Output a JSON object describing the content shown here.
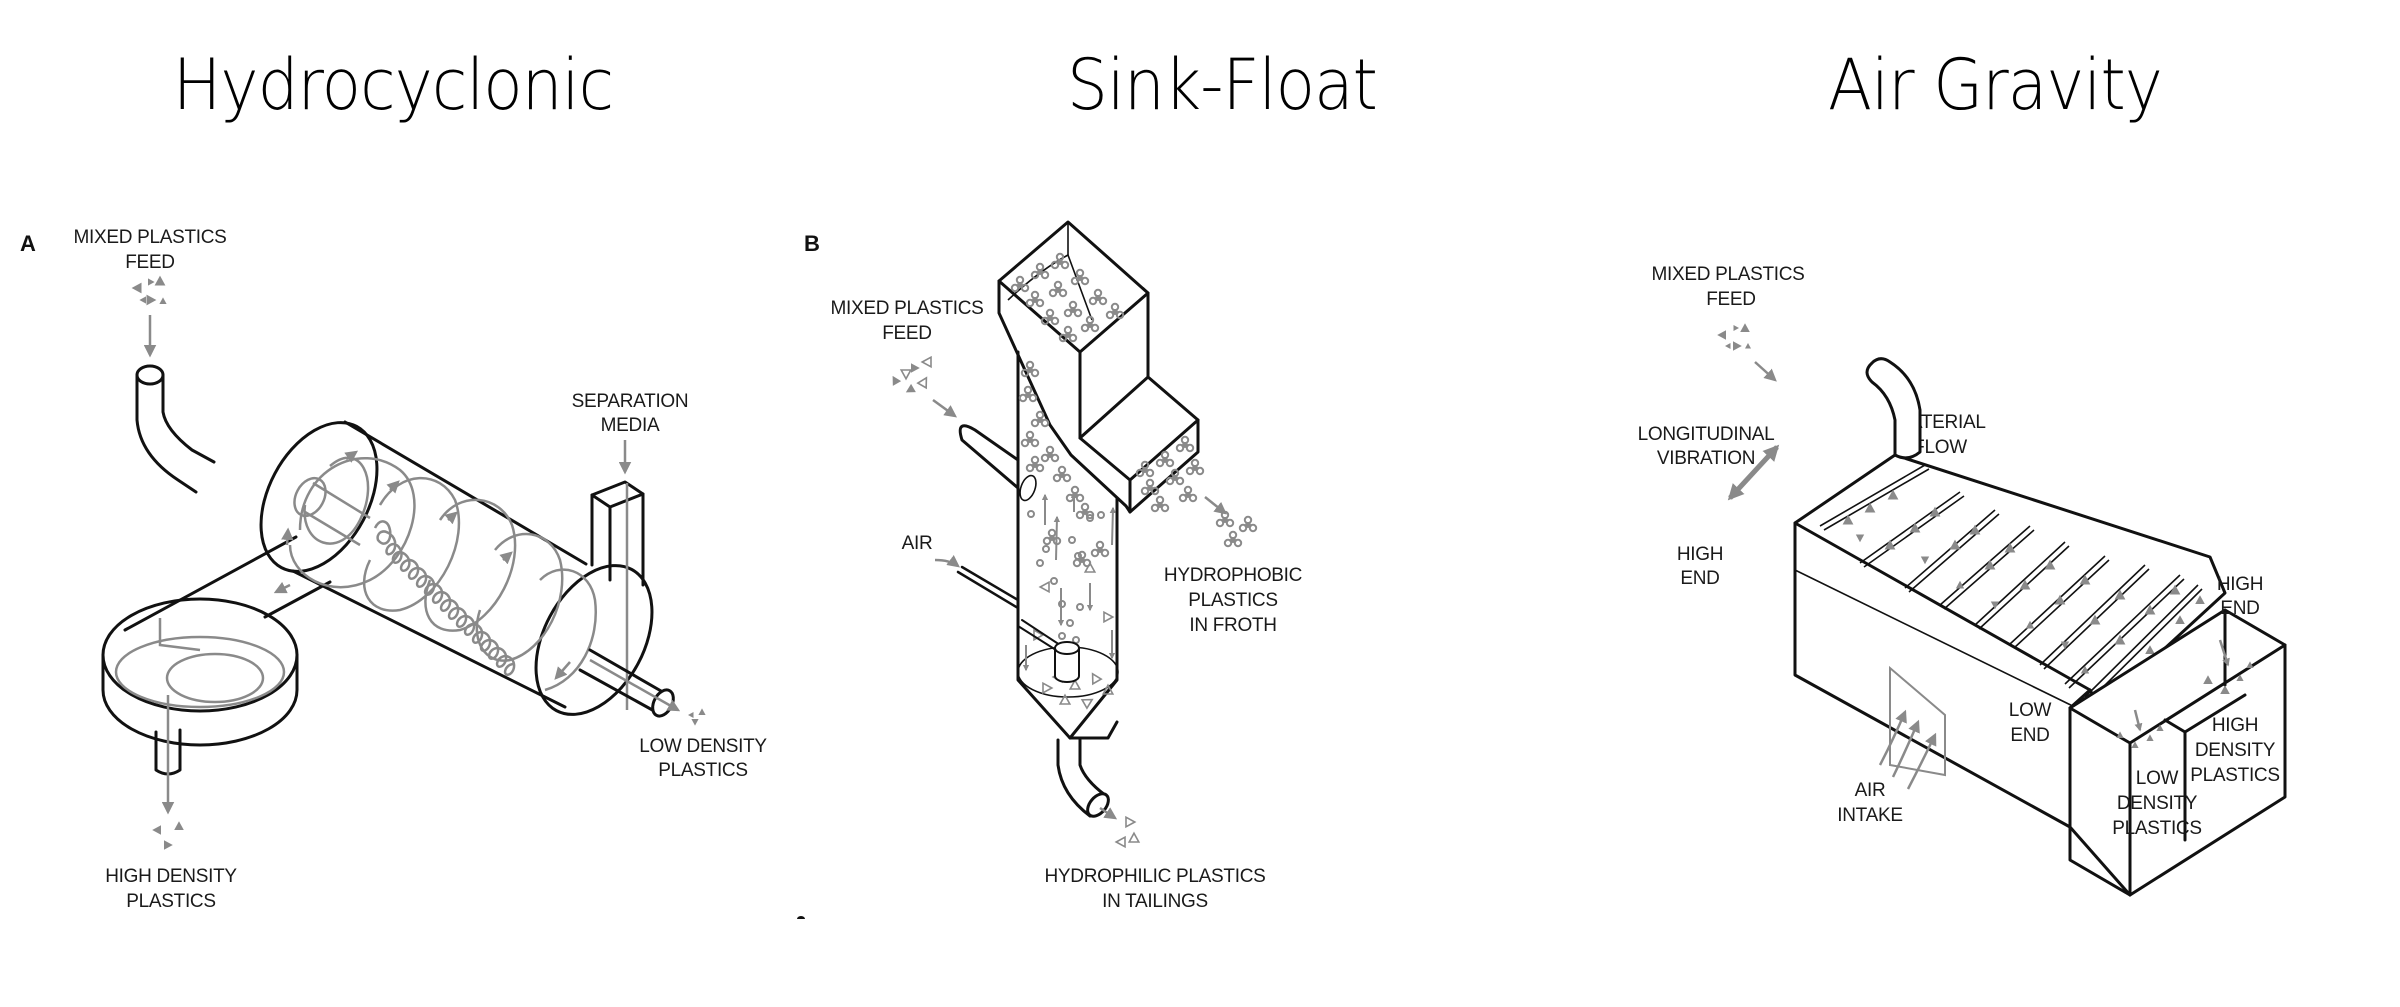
{
  "panels": [
    {
      "id": "A",
      "title": "Hydrocyclonic",
      "letter": "A",
      "labels": {
        "feed": [
          "MIXED PLASTICS",
          "FEED"
        ],
        "separation_media": [
          "SEPARATION",
          "MEDIA"
        ],
        "low_density": [
          "LOW DENSITY",
          "PLASTICS"
        ],
        "high_density": [
          "HIGH DENSITY",
          "PLASTICS"
        ]
      }
    },
    {
      "id": "B",
      "title": "Sink-Float",
      "letter": "B",
      "labels": {
        "feed": [
          "MIXED PLASTICS",
          "FEED"
        ],
        "air": [
          "AIR"
        ],
        "hydrophobic": [
          "HYDROPHOBIC",
          "PLASTICS",
          "IN FROTH"
        ],
        "hydrophilic": [
          "HYDROPHILIC PLASTICS",
          "IN TAILINGS"
        ]
      }
    },
    {
      "id": "C",
      "title": "Air Gravity",
      "letter": "",
      "labels": {
        "feed": [
          "MIXED PLASTICS",
          "FEED"
        ],
        "vibration": [
          "LONGITUDINAL",
          "VIBRATION"
        ],
        "material_flow": [
          "MATERIAL",
          "FLOW"
        ],
        "high_end_left": [
          "HIGH",
          "END"
        ],
        "high_end_right": [
          "HIGH",
          "END"
        ],
        "low_end": [
          "LOW",
          "END"
        ],
        "air_intake": [
          "AIR",
          "INTAKE"
        ],
        "low_density": [
          "LOW",
          "DENSITY",
          "PLASTICS"
        ],
        "high_density": [
          "HIGH",
          "DENSITY",
          "PLASTICS"
        ]
      }
    }
  ],
  "colors": {
    "line": "#111111",
    "flow": "#8a8a8a",
    "background": "#ffffff"
  }
}
